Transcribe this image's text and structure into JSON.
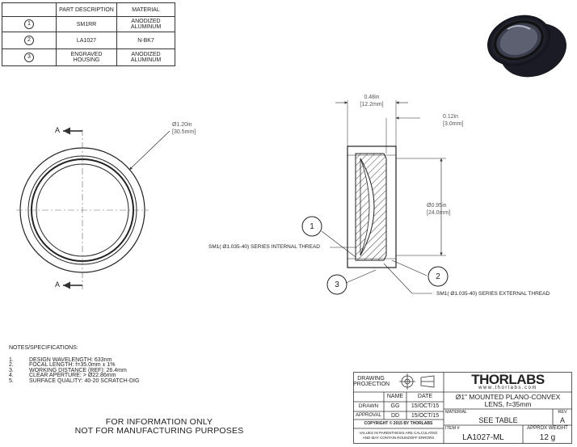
{
  "parts_table": {
    "headers": [
      "",
      "PART DESCRIPTION",
      "MATERIAL"
    ],
    "rows": [
      {
        "item": "1",
        "description": "SM1RR",
        "material": [
          "ANODIZED",
          "ALUMINUM"
        ]
      },
      {
        "item": "2",
        "description": "LA1027",
        "material": [
          "N-BK7"
        ]
      },
      {
        "item": "3",
        "description": [
          "ENGRAVED",
          "HOUSING"
        ],
        "material": [
          "ANODIZED",
          "ALUMINUM"
        ]
      }
    ]
  },
  "front_view": {
    "section_label_top": "A",
    "section_label_bottom": "A",
    "diameter_callout": [
      "Ø1.20in",
      "[30.5mm]"
    ]
  },
  "side_view": {
    "width_dim": [
      "0.48in",
      "[12.2mm]"
    ],
    "lip_dim": [
      "0.12in",
      "[3.0mm]"
    ],
    "aperture_dim": [
      "Ø0.95in",
      "[24.0mm]"
    ],
    "internal_thread": "SM1( Ø1.035-40) SERIES INTERNAL THREAD",
    "external_thread": "SM1( Ø1.035-40) SERIES EXTERNAL THREAD",
    "balloons": [
      "1",
      "2",
      "3"
    ]
  },
  "notes": {
    "title": "NOTES/SPECIFICATIONS:",
    "items": [
      {
        "n": "1.",
        "text": "DESIGN WAVELENGTH: 633nm"
      },
      {
        "n": "2.",
        "text": "FOCAL LENGTH: f=35.0mm ± 1%"
      },
      {
        "n": "3.",
        "text": "WORKING DISTANCE (REF): 26.4mm"
      },
      {
        "n": "4.",
        "text": "CLEAR APERTURE: > Ø22.86mm"
      },
      {
        "n": "5.",
        "text": "SURFACE QUALITY: 40-20 SCRATCH-DIG"
      }
    ]
  },
  "disclaimer": [
    "FOR INFORMATION ONLY",
    "NOT FOR MANUFACTURING PURPOSES"
  ],
  "title_block": {
    "projection_label": [
      "DRAWING",
      "PROJECTION"
    ],
    "col_name": "NAME",
    "col_date": "DATE",
    "drawn_label": "DRAWN",
    "drawn_name": "GG",
    "drawn_date": "15/OCT/15",
    "approval_label": "APPROVAL",
    "approval_name": "DD",
    "approval_date": "15/OCT/15",
    "copyright": "COPYRIGHT © 2015 BY THORLABS",
    "tolerance_note": [
      "VALUES IN PARENTHESIS ARE CALCULATED",
      "AND MAY CONTAIN ROUNDOFF ERRORS"
    ],
    "logo": "THORLABS",
    "website": "www.thorlabs.com",
    "title": [
      "Ø1\" MOUNTED PLANO-CONVEX",
      "LENS, f=35mm"
    ],
    "material_label": "MATERIAL",
    "material_value": "SEE TABLE",
    "rev_label": "REV",
    "rev_value": "A",
    "item_label": "ITEM #",
    "item_value": "LA1027-ML",
    "weight_label": "APPROX WEIGHT",
    "weight_value": "12 g"
  }
}
